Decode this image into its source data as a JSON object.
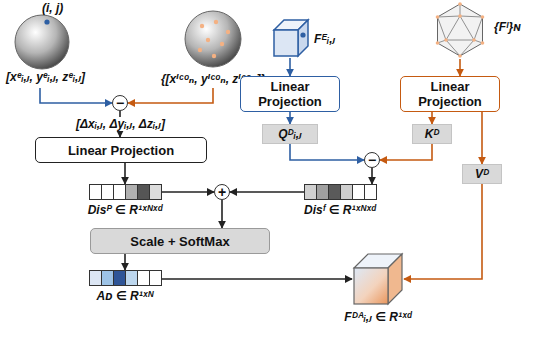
{
  "diagram": {
    "nodes": [
      {
        "text": [
          "(i, j)",
          "[xᵉᵢ,ⱼ, yᵉᵢ,ⱼ, zᵉᵢ,ⱼ]"
        ]
      },
      {
        "text": [
          "{[xⁱᶜᵒₙ, yⁱᶜᵒₙ, zⁱᶜᵒₙ]}"
        ]
      },
      {
        "text": [
          "Fᴱᵢ,ⱼ"
        ]
      },
      {
        "text": [
          "{Fᴵ}ɴ"
        ]
      },
      {
        "text": [
          "−"
        ]
      },
      {
        "text": [
          "Linear Projection"
        ]
      },
      {
        "text": [
          "Linear Projection"
        ]
      },
      {
        "text": [
          "Linear Projection"
        ]
      },
      {
        "text": [
          "Qᴰᵢ,ⱼ"
        ]
      },
      {
        "text": [
          "Kᴰ"
        ]
      },
      {
        "text": [
          "−"
        ]
      },
      {
        "text": [
          "Vᴰ"
        ]
      },
      {
        "text": [
          "Disᴾ ∈ R¹ˣᴺˣᵈ"
        ]
      },
      {
        "text": [
          "+"
        ]
      },
      {
        "text": [
          "Disᶠ ∈ R¹ˣᴺˣᵈ"
        ]
      },
      {
        "text": [
          "Scale + SoftMax"
        ]
      },
      {
        "text": [
          "Aᴅ ∈ R¹ˣᴺ"
        ]
      },
      {
        "text": [
          "Fᴰᴬᵢ,ⱼ ∈ R¹ˣᵈ"
        ]
      }
    ],
    "edges": [
      {
        "from": 0,
        "to": 4,
        "arrow": "to"
      },
      {
        "from": 1,
        "to": 4,
        "arrow": "to"
      },
      {
        "from": 4,
        "to": 5,
        "label": "[Δxᵢ,ⱼ, Δyᵢ,ⱼ, Δzᵢ,ⱼ]",
        "arrow": "to"
      },
      {
        "from": 5,
        "to": 12,
        "arrow": "to"
      },
      {
        "from": 2,
        "to": 6,
        "arrow": "to"
      },
      {
        "from": 6,
        "to": 8,
        "arrow": "to"
      },
      {
        "from": 8,
        "to": 10,
        "arrow": "to"
      },
      {
        "from": 7,
        "to": 9,
        "arrow": "to"
      },
      {
        "from": 9,
        "to": 10,
        "arrow": "to"
      },
      {
        "from": 3,
        "to": 7,
        "arrow": "to"
      },
      {
        "from": 7,
        "to": 11,
        "arrow": "to"
      },
      {
        "from": 10,
        "to": 14,
        "arrow": "to"
      },
      {
        "from": 14,
        "to": 13,
        "arrow": "to"
      },
      {
        "from": 12,
        "to": 13,
        "arrow": "to"
      },
      {
        "from": 13,
        "to": 15,
        "arrow": "to"
      },
      {
        "from": 15,
        "to": 16,
        "arrow": "to"
      },
      {
        "from": 16,
        "to": 17,
        "arrow": "to"
      },
      {
        "from": 11,
        "to": 17,
        "arrow": "to"
      }
    ]
  }
}
